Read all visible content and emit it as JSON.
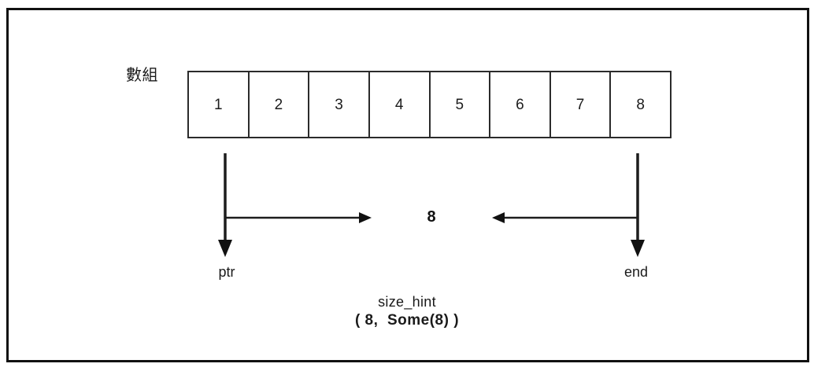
{
  "figure": {
    "background_color": "#ffffff",
    "frame_color": "#111111",
    "line_color": "#1d1d1d"
  },
  "array": {
    "label": "數組",
    "cells": [
      "1",
      "2",
      "3",
      "4",
      "5",
      "6",
      "7",
      "8"
    ],
    "border_color": "#2b2b2b"
  },
  "pointers": {
    "start": {
      "label": "ptr",
      "direction": "down"
    },
    "end": {
      "label": "end",
      "direction": "down"
    }
  },
  "span": {
    "count": "8",
    "left_arrow": "arrow-right-icon",
    "right_arrow": "arrow-left-icon"
  },
  "caption": {
    "title": "size_hint",
    "value": "( 8,  Some(8) )"
  }
}
